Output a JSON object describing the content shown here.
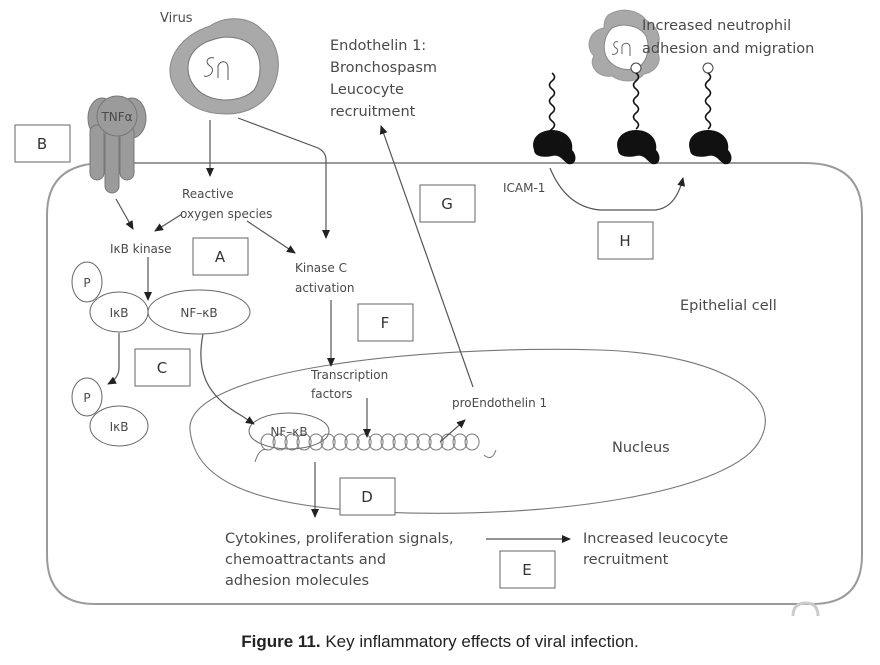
{
  "labels": {
    "virus": "Virus",
    "tnf": "TNFα",
    "reactive_oxygen": [
      "Reactive",
      "oxygen species"
    ],
    "ikb_kinase": "IκB kinase",
    "kinase_c": [
      "Kinase C",
      "activation"
    ],
    "endothelin_effects": [
      "Endothelin 1:",
      "Bronchospasm",
      "Leucocyte",
      "recruitment"
    ],
    "neutrophil": [
      "Increased neutrophil",
      "adhesion and migration"
    ],
    "icam": "ICAM-1",
    "p": "P",
    "ikb": "IκB",
    "nfkb": "NF–κB",
    "epithelial_cell": "Epithelial cell",
    "transcription_factors": [
      "Transcription",
      "factors"
    ],
    "pro_endothelin": "proEndothelin 1",
    "nucleus": "Nucleus",
    "cytokines": [
      "Cytokines, proliferation signals,",
      "chemoattractants and",
      "adhesion molecules"
    ],
    "leucocyte_recruitment": [
      "Increased leucocyte",
      "recruitment"
    ]
  },
  "boxes": {
    "a": "A",
    "b": "B",
    "c": "C",
    "d": "D",
    "e": "E",
    "f": "F",
    "g": "G",
    "h": "H"
  },
  "caption": {
    "figure": "Figure 11.",
    "text": " Key inflammatory effects of viral infection."
  },
  "colors": {
    "membrane": "#9a9a9a",
    "virus_shell": "#a9a9a9",
    "receptor": "#111111",
    "tnf_receptor": "#9b9b9b",
    "text": "#4a4a4a"
  }
}
